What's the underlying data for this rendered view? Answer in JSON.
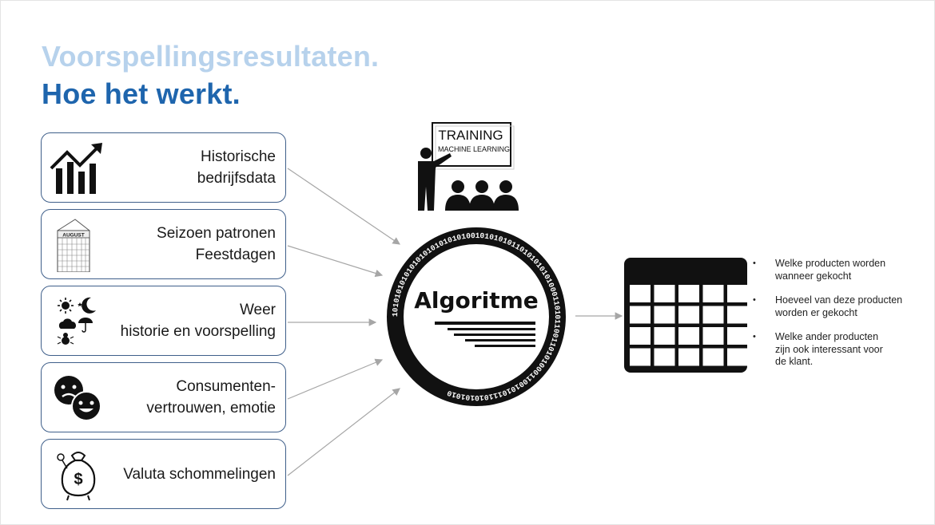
{
  "title_line1": "Voorspellingsresultaten.",
  "title_line2": "Hoe het werkt.",
  "inputs": [
    {
      "line1": "Historische",
      "line2": "bedrijfsdata",
      "icon": "growth-chart-icon"
    },
    {
      "line1": "Seizoen patronen",
      "line2": "Feestdagen",
      "icon": "calendar-page-icon",
      "icon_text": "AUGUST"
    },
    {
      "line1": "Weer",
      "line2": "historie en voorspelling",
      "icon": "weather-icon"
    },
    {
      "line1": "Consumenten-",
      "line2": "vertrouwen, emotie",
      "icon": "emotion-faces-icon"
    },
    {
      "line1": "Valuta schommelingen",
      "line2": "",
      "icon": "money-bag-icon",
      "icon_text": "$"
    }
  ],
  "training": {
    "title": "TRAINING",
    "subtitle": "MACHINE LEARNING"
  },
  "algorithm": {
    "label": "Algoritme",
    "ring_text": "1010101010101010101010101001010101011010101010100011010110011010100011001010111010101010"
  },
  "outputs": [
    {
      "line1": "Welke producten worden",
      "line2": "wanneer gekocht",
      "line3": ""
    },
    {
      "line1": "Hoeveel van deze producten",
      "line2": "worden er gekocht",
      "line3": ""
    },
    {
      "line1": "Welke ander producten",
      "line2": "zijn ook interessant voor",
      "line3": "de klant."
    }
  ],
  "colors": {
    "title_light": "#b7d2ec",
    "title_dark": "#1e65ad",
    "box_border": "#3f5f8a",
    "arrow": "#a6a6a6"
  }
}
